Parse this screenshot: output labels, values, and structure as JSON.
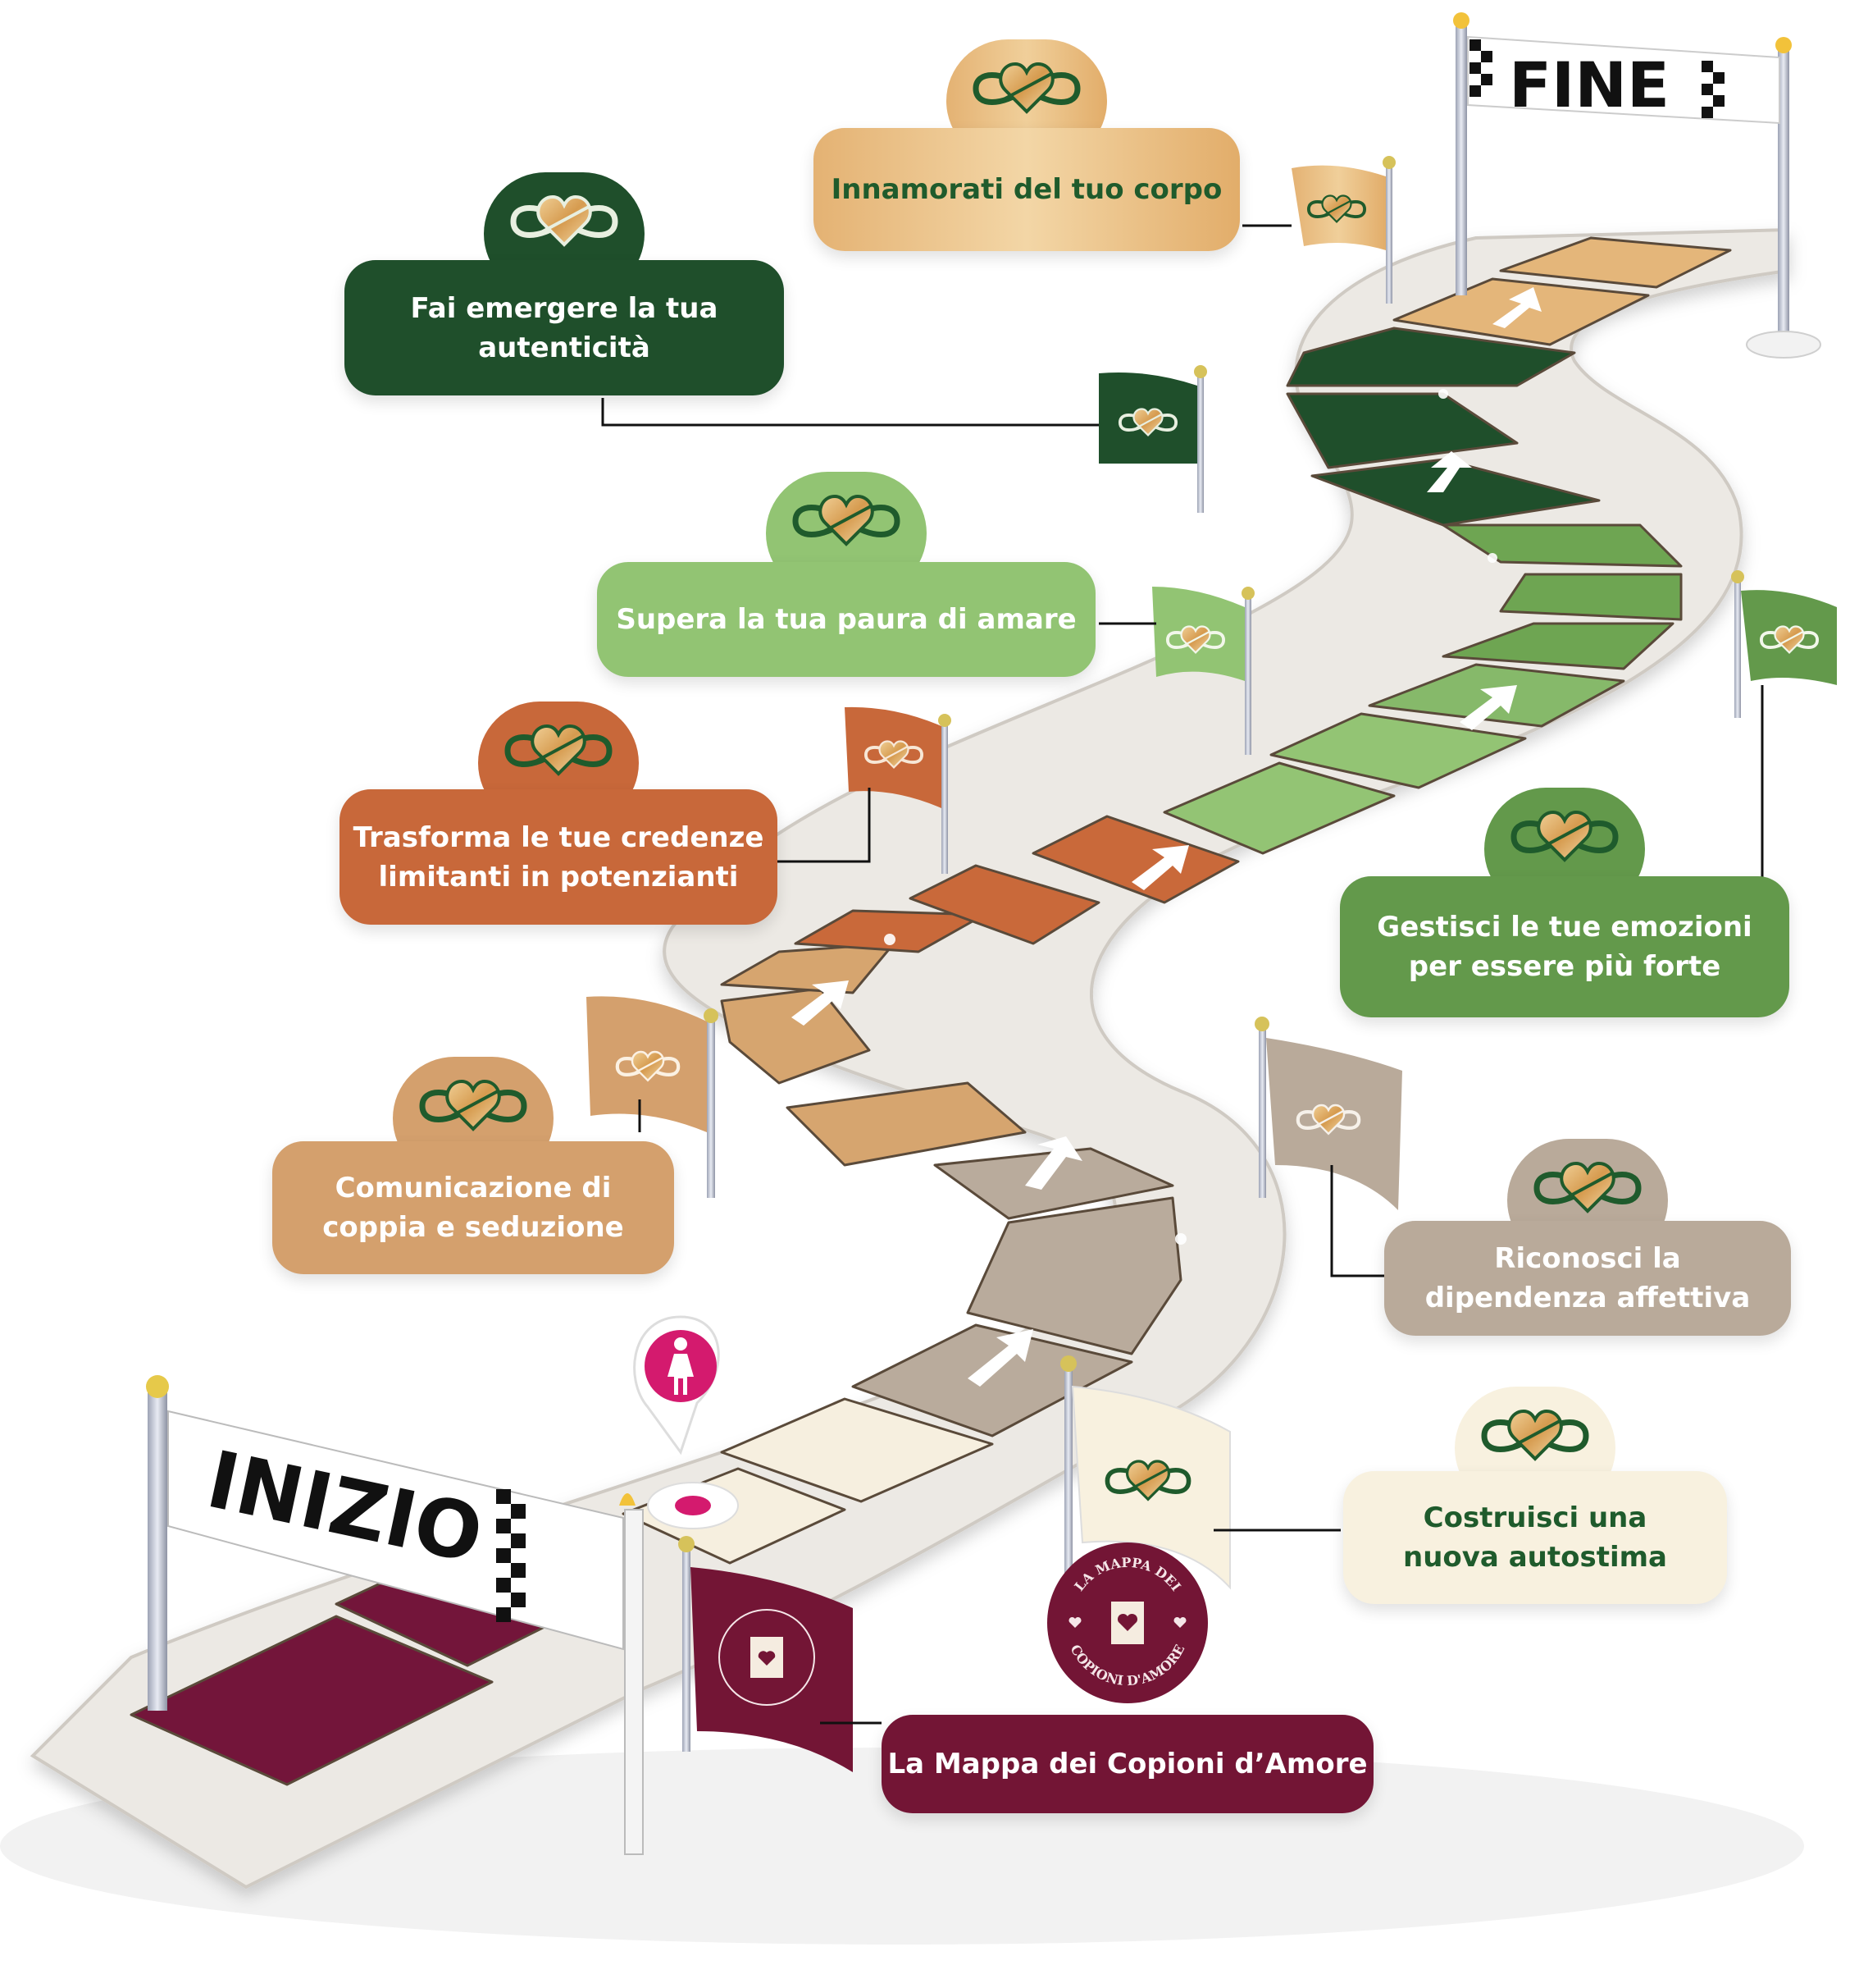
{
  "title": "La Mappa dei Copioni d'Amore - percorso",
  "start_banner": {
    "text": "INIZIO"
  },
  "finish_banner": {
    "text": "FINE"
  },
  "player_marker": {
    "icon": "woman-icon",
    "color": "#d41a6e"
  },
  "stages": [
    {
      "id": "mappa",
      "text": "La Mappa dei Copioni d’Amore",
      "emblem": "map-seal",
      "seal_top": "LA MAPPA DEI",
      "seal_bottom": "COPIONI D'AMORE",
      "bg": "#731535",
      "fg": "#ffffff"
    },
    {
      "id": "autostima",
      "lines": [
        "Costruisci una",
        "nuova autostima"
      ],
      "bg": "#f8f1df",
      "fg": "#1f5b2c"
    },
    {
      "id": "dipendenza",
      "lines": [
        "Riconosci la",
        "dipendenza affettiva"
      ],
      "bg": "#b9aa9a",
      "fg": "#ffffff"
    },
    {
      "id": "comunicazione",
      "lines": [
        "Comunicazione di",
        "coppia e seduzione"
      ],
      "bg": "#d4a06d",
      "fg": "#ffffff"
    },
    {
      "id": "emozioni",
      "lines": [
        "Gestisci le tue emozioni",
        "per essere più forte"
      ],
      "bg": "#63994b",
      "fg": "#ffffff"
    },
    {
      "id": "credenze",
      "lines": [
        "Trasforma le tue credenze",
        "limitanti in potenzianti"
      ],
      "bg": "#c8683a",
      "fg": "#ffffff"
    },
    {
      "id": "paura",
      "lines": [
        "Supera la tua paura di amare"
      ],
      "bg": "#92c473",
      "fg": "#ffffff"
    },
    {
      "id": "autenticita",
      "lines": [
        "Fai emergere la tua",
        "autenticità"
      ],
      "bg": "#1f4f2b",
      "fg": "#ffffff"
    },
    {
      "id": "corpo",
      "lines": [
        "Innamorati del tuo corpo"
      ],
      "bg": "#e6b677",
      "fg": "#1f5b2c"
    }
  ],
  "colors": {
    "path_edge": "#ece9e4",
    "arrow": "#ffffff",
    "emblem_ring": "#1f5b2c",
    "emblem_heart": "#d9a55d"
  }
}
